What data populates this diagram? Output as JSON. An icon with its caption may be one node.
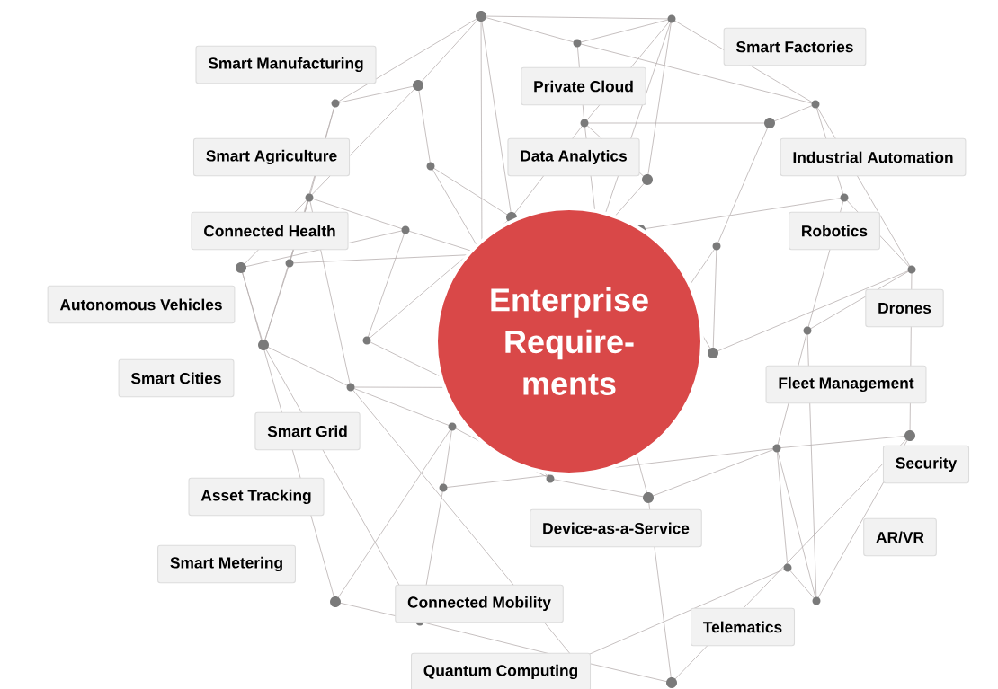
{
  "diagram": {
    "nodes": [
      {
        "text": [
          "Enterprise Require-ments"
        ]
      },
      {
        "text": [
          "Smart Factories"
        ]
      },
      {
        "text": [
          "Smart Manufacturing"
        ]
      },
      {
        "text": [
          "Private Cloud"
        ]
      },
      {
        "text": [
          "Smart Agriculture"
        ]
      },
      {
        "text": [
          "Data Analytics"
        ]
      },
      {
        "text": [
          "Industrial Automation"
        ]
      },
      {
        "text": [
          "Connected Health"
        ]
      },
      {
        "text": [
          "Robotics"
        ]
      },
      {
        "text": [
          "Autonomous Vehicles"
        ]
      },
      {
        "text": [
          "Drones"
        ]
      },
      {
        "text": [
          "Smart Cities"
        ]
      },
      {
        "text": [
          "Fleet Management"
        ]
      },
      {
        "text": [
          "Smart Grid"
        ]
      },
      {
        "text": [
          "Security"
        ]
      },
      {
        "text": [
          "Asset Tracking"
        ]
      },
      {
        "text": [
          "Device-as-a-Service"
        ]
      },
      {
        "text": [
          "AR/VR"
        ]
      },
      {
        "text": [
          "Smart Metering"
        ]
      },
      {
        "text": [
          "Connected Mobility"
        ]
      },
      {
        "text": [
          "Telematics"
        ]
      },
      {
        "text": [
          "Quantum Computing"
        ]
      }
    ]
  }
}
